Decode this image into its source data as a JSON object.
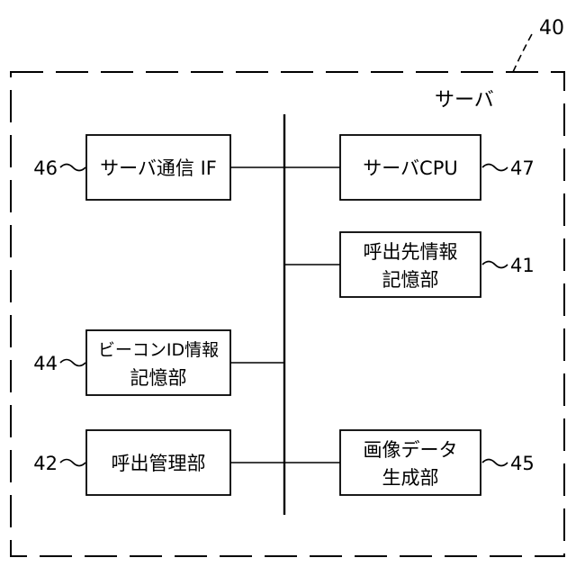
{
  "figure": {
    "ref": "40",
    "title": "サーバ"
  },
  "blocks": [
    {
      "ref": "46",
      "lines": [
        "サーバ通信 IF"
      ]
    },
    {
      "ref": "47",
      "lines": [
        "サーバCPU"
      ]
    },
    {
      "ref": "41",
      "lines": [
        "呼出先情報",
        "記憶部"
      ]
    },
    {
      "ref": "44",
      "lines": [
        "ビーコンID情報",
        "記憶部"
      ]
    },
    {
      "ref": "42",
      "lines": [
        "呼出管理部"
      ]
    },
    {
      "ref": "45",
      "lines": [
        "画像データ",
        "生成部"
      ]
    }
  ]
}
